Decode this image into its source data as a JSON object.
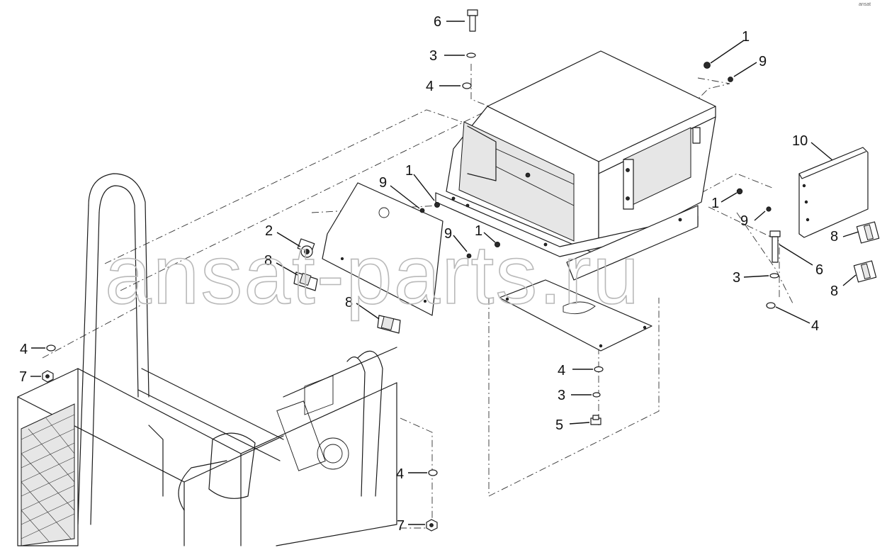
{
  "watermark": "ansat-parts.ru",
  "corner_mark": "ansat",
  "callouts": [
    {
      "id": "c6-top",
      "label": "6"
    },
    {
      "id": "c3-top",
      "label": "3"
    },
    {
      "id": "c4-top",
      "label": "4"
    },
    {
      "id": "c1-top",
      "label": "1"
    },
    {
      "id": "c9-top",
      "label": "9"
    },
    {
      "id": "c10",
      "label": "10"
    },
    {
      "id": "c1-right",
      "label": "1"
    },
    {
      "id": "c9-right",
      "label": "9"
    },
    {
      "id": "c8-right-a",
      "label": "8"
    },
    {
      "id": "c6-right",
      "label": "6"
    },
    {
      "id": "c3-right",
      "label": "3"
    },
    {
      "id": "c8-right-b",
      "label": "8"
    },
    {
      "id": "c4-right",
      "label": "4"
    },
    {
      "id": "c9-panel",
      "label": "9"
    },
    {
      "id": "c1-panel",
      "label": "1"
    },
    {
      "id": "c2",
      "label": "2"
    },
    {
      "id": "c8-left",
      "label": "8"
    },
    {
      "id": "c9-mid",
      "label": "9"
    },
    {
      "id": "c1-mid",
      "label": "1"
    },
    {
      "id": "c8-mid",
      "label": "8"
    },
    {
      "id": "c4-left",
      "label": "4"
    },
    {
      "id": "c7-left",
      "label": "7"
    },
    {
      "id": "c4-bottom",
      "label": "4"
    },
    {
      "id": "c3-bottom",
      "label": "3"
    },
    {
      "id": "c5",
      "label": "5"
    },
    {
      "id": "c4-lower",
      "label": "4"
    },
    {
      "id": "c7-lower",
      "label": "7"
    }
  ]
}
